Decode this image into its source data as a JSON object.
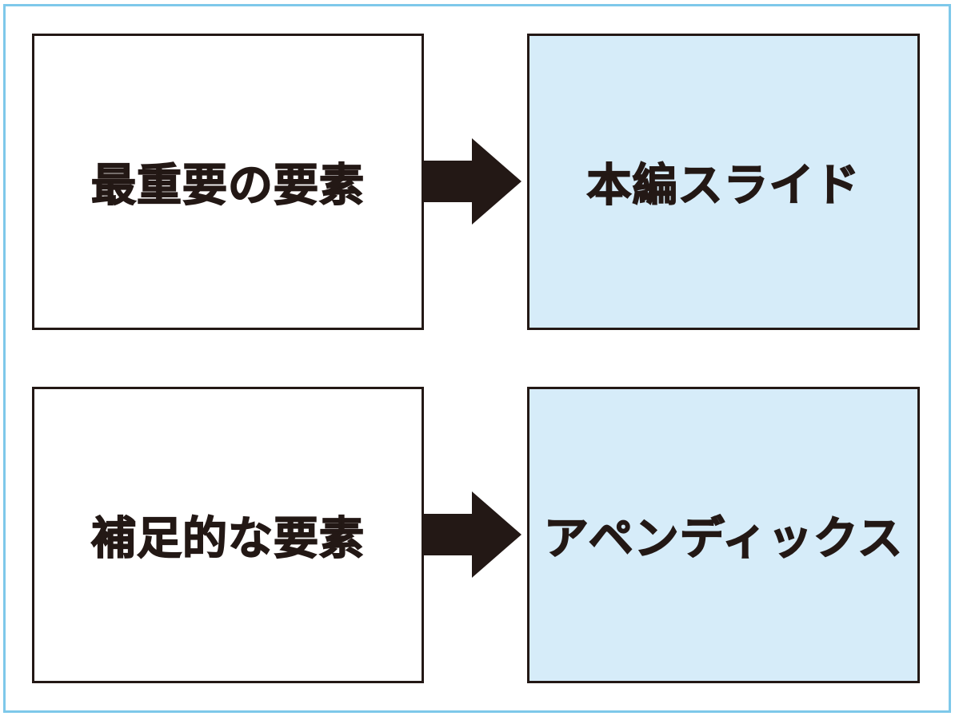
{
  "colors": {
    "frame_border": "#7ec8ea",
    "box_border": "#231815",
    "right_box_fill": "#d6ecf9",
    "left_box_fill": "#ffffff",
    "arrow_fill": "#231815"
  },
  "rows": [
    {
      "source": "最重要の要素",
      "target": "本編スライド"
    },
    {
      "source": "補足的な要素",
      "target": "アペンディックス"
    }
  ]
}
